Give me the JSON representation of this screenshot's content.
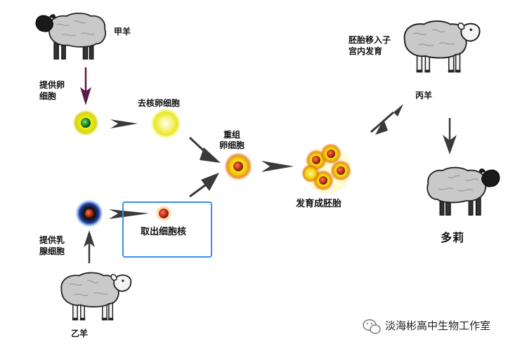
{
  "labels": {
    "sheep_a": "甲羊",
    "provide_egg_line1": "提供卵",
    "provide_egg_line2": "细胞",
    "enucleated_egg": "去核卵细胞",
    "recombined_line1": "重组",
    "recombined_line2": "卵细胞",
    "embryo_develop": "发育成胚胎",
    "transfer_line1": "胚胎移入子",
    "transfer_line2": "宫内发育",
    "sheep_c": "丙羊",
    "dolly": "多莉",
    "extract_nucleus": "取出细胞核",
    "provide_mammary_line1": "提供乳",
    "provide_mammary_line2": "腺细胞",
    "sheep_b": "乙羊",
    "watermark": "淡海彬高中生物工作室"
  },
  "colors": {
    "egg_glow": "#e8e300",
    "egg_nucleus_green": "#1a8a2e",
    "nucleus_red": "#c2331a",
    "mammary_blue": "#1c3fa8",
    "arrow": "#3a3a3a",
    "arrow_purple": "#5a1a4a",
    "highlight_box": "#3a8ee6",
    "sheep_fleece": "#c9c9c9"
  },
  "icons": [
    "sheep-icon",
    "wechat-icon",
    "cell-icon",
    "arrow-icon"
  ]
}
